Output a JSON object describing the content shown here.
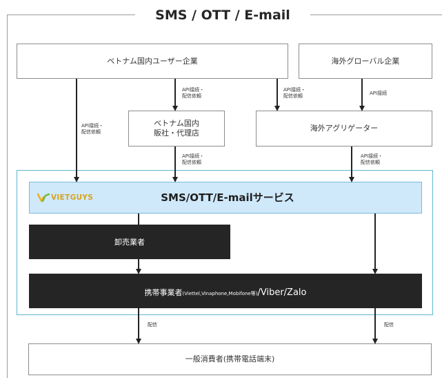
{
  "title": "SMS / OTT / E-mail",
  "nodes": {
    "vn_enterprise": "ベトナム国内ユーザー企業",
    "global_enterprise": "海外グローバル企業",
    "vn_reseller_line1": "ベトナム国内",
    "vn_reseller_line2": "販社・代理店",
    "overseas_aggregator": "海外アグリゲーター",
    "service_label": "SMS/OTT/E-mailサービス",
    "wholesaler": "卸売業者",
    "carrier_main": "携帯事業者",
    "carrier_detail": "(Viettel,Vinaphone,Mobifone等)",
    "carrier_tail": "/Viber/Zalo",
    "consumer": "一般消費者(携帯電話端末)"
  },
  "logo": {
    "text": "VIETGUYS",
    "mark_colors": [
      "#f2a91e",
      "#78b838"
    ]
  },
  "edge_labels": {
    "api_connect_request_line1": "API接続・",
    "api_connect_request_line2": "配信依頼",
    "api_connect": "API接続",
    "delivery": "配信"
  },
  "colors": {
    "service_bar_fill": "#cfe9fb",
    "service_area_border": "#5cb6cf",
    "dark_box": "#252525",
    "logo_text": "#d9a21e"
  }
}
